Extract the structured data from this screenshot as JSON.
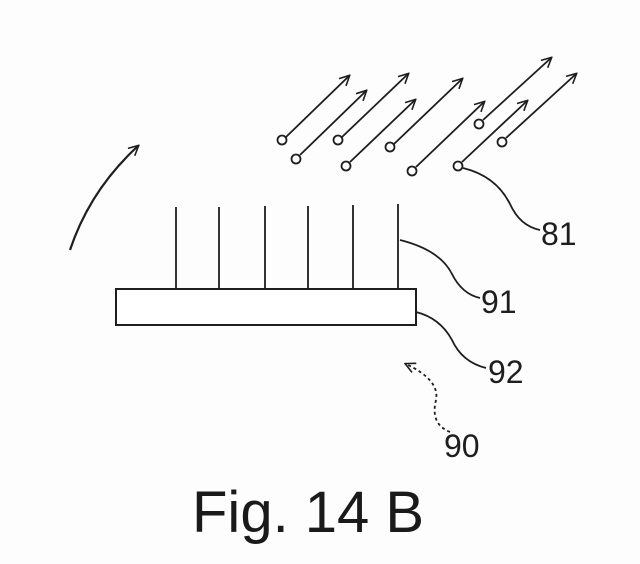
{
  "figure": {
    "caption": "Fig. 14 B",
    "labels": {
      "particles": "81",
      "fibers": "91",
      "substrate": "92",
      "assembly": "90"
    },
    "colors": {
      "ink": "#1e1e1e",
      "paper": "#fdfdfd"
    }
  }
}
